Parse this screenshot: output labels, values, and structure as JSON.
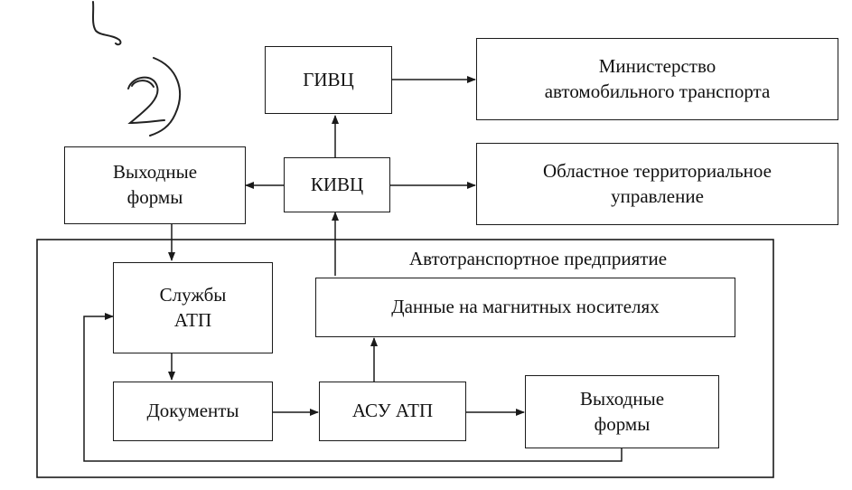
{
  "nodes": {
    "givc": "ГИВЦ",
    "ministry": "Министерство\nавтомобильного транспорта",
    "kivc": "КИВЦ",
    "regional": "Областное территориальное\nуправление",
    "output_forms_top": "Выходные\nформы",
    "services": "Службы\nАТП",
    "magnetic_data": "Данные на магнитных носителях",
    "documents": "Документы",
    "asu": "АСУ  АТП",
    "output_forms_bottom": "Выходные\nформы"
  },
  "enterprise_label": "Автотранспортное предприятие",
  "handwritten_mark": "2)"
}
